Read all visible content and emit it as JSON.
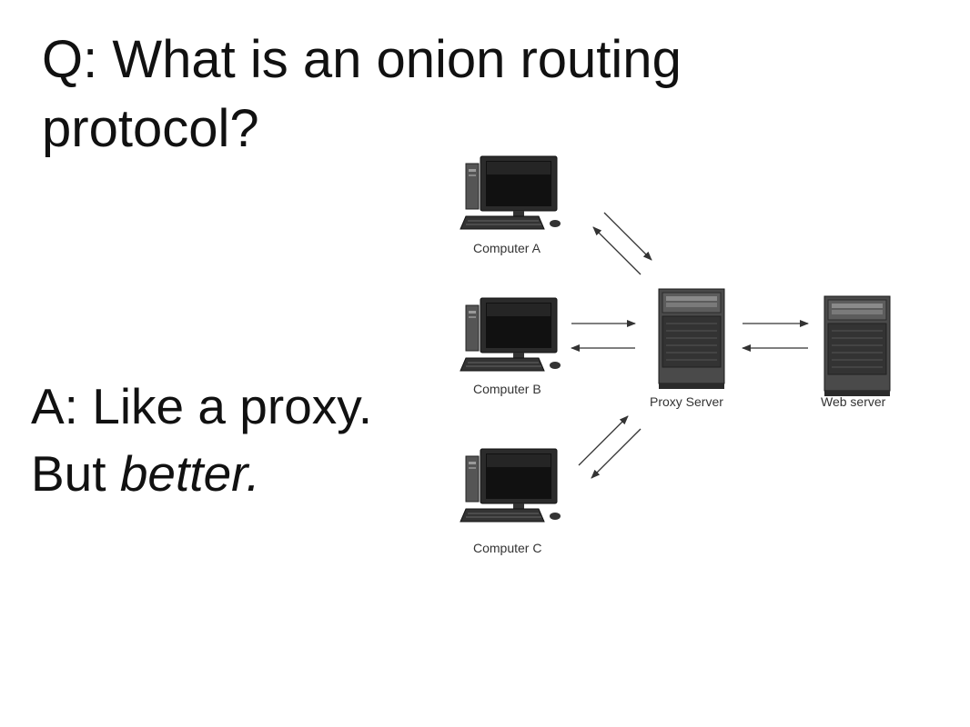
{
  "question": {
    "text": "Q: What is an onion routing protocol?"
  },
  "answer": {
    "line1": "A: Like a proxy.",
    "line2_prefix": "But ",
    "line2_emphasis": "better."
  },
  "diagram": {
    "nodes": {
      "computer_a": "Computer A",
      "computer_b": "Computer B",
      "computer_c": "Computer C",
      "proxy_server": "Proxy Server",
      "web_server": "Web server"
    }
  }
}
